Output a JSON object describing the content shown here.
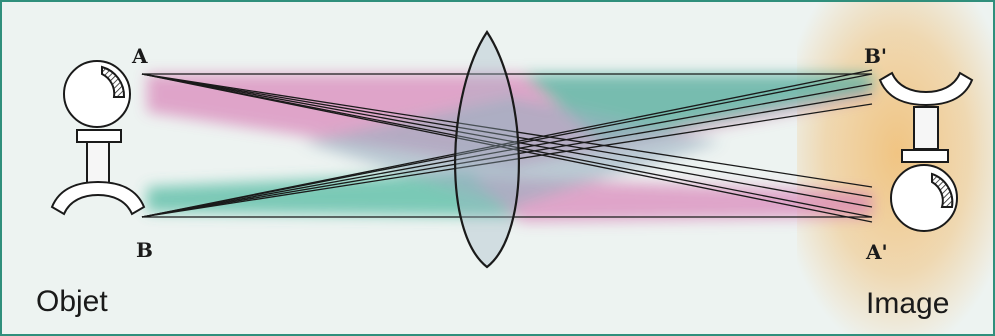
{
  "labels": {
    "point_a": "A",
    "point_b": "B",
    "point_a_prime": "A'",
    "point_b_prime": "B'"
  },
  "captions": {
    "object": "Objet",
    "image": "Image"
  },
  "colors": {
    "frame_border": "#2f8f7c",
    "background": "#edf3f1",
    "beam_pink": "#d87fb6",
    "beam_teal": "#4fb8a0",
    "image_glow": "#f1c27d",
    "ink": "#1a1a1a"
  }
}
